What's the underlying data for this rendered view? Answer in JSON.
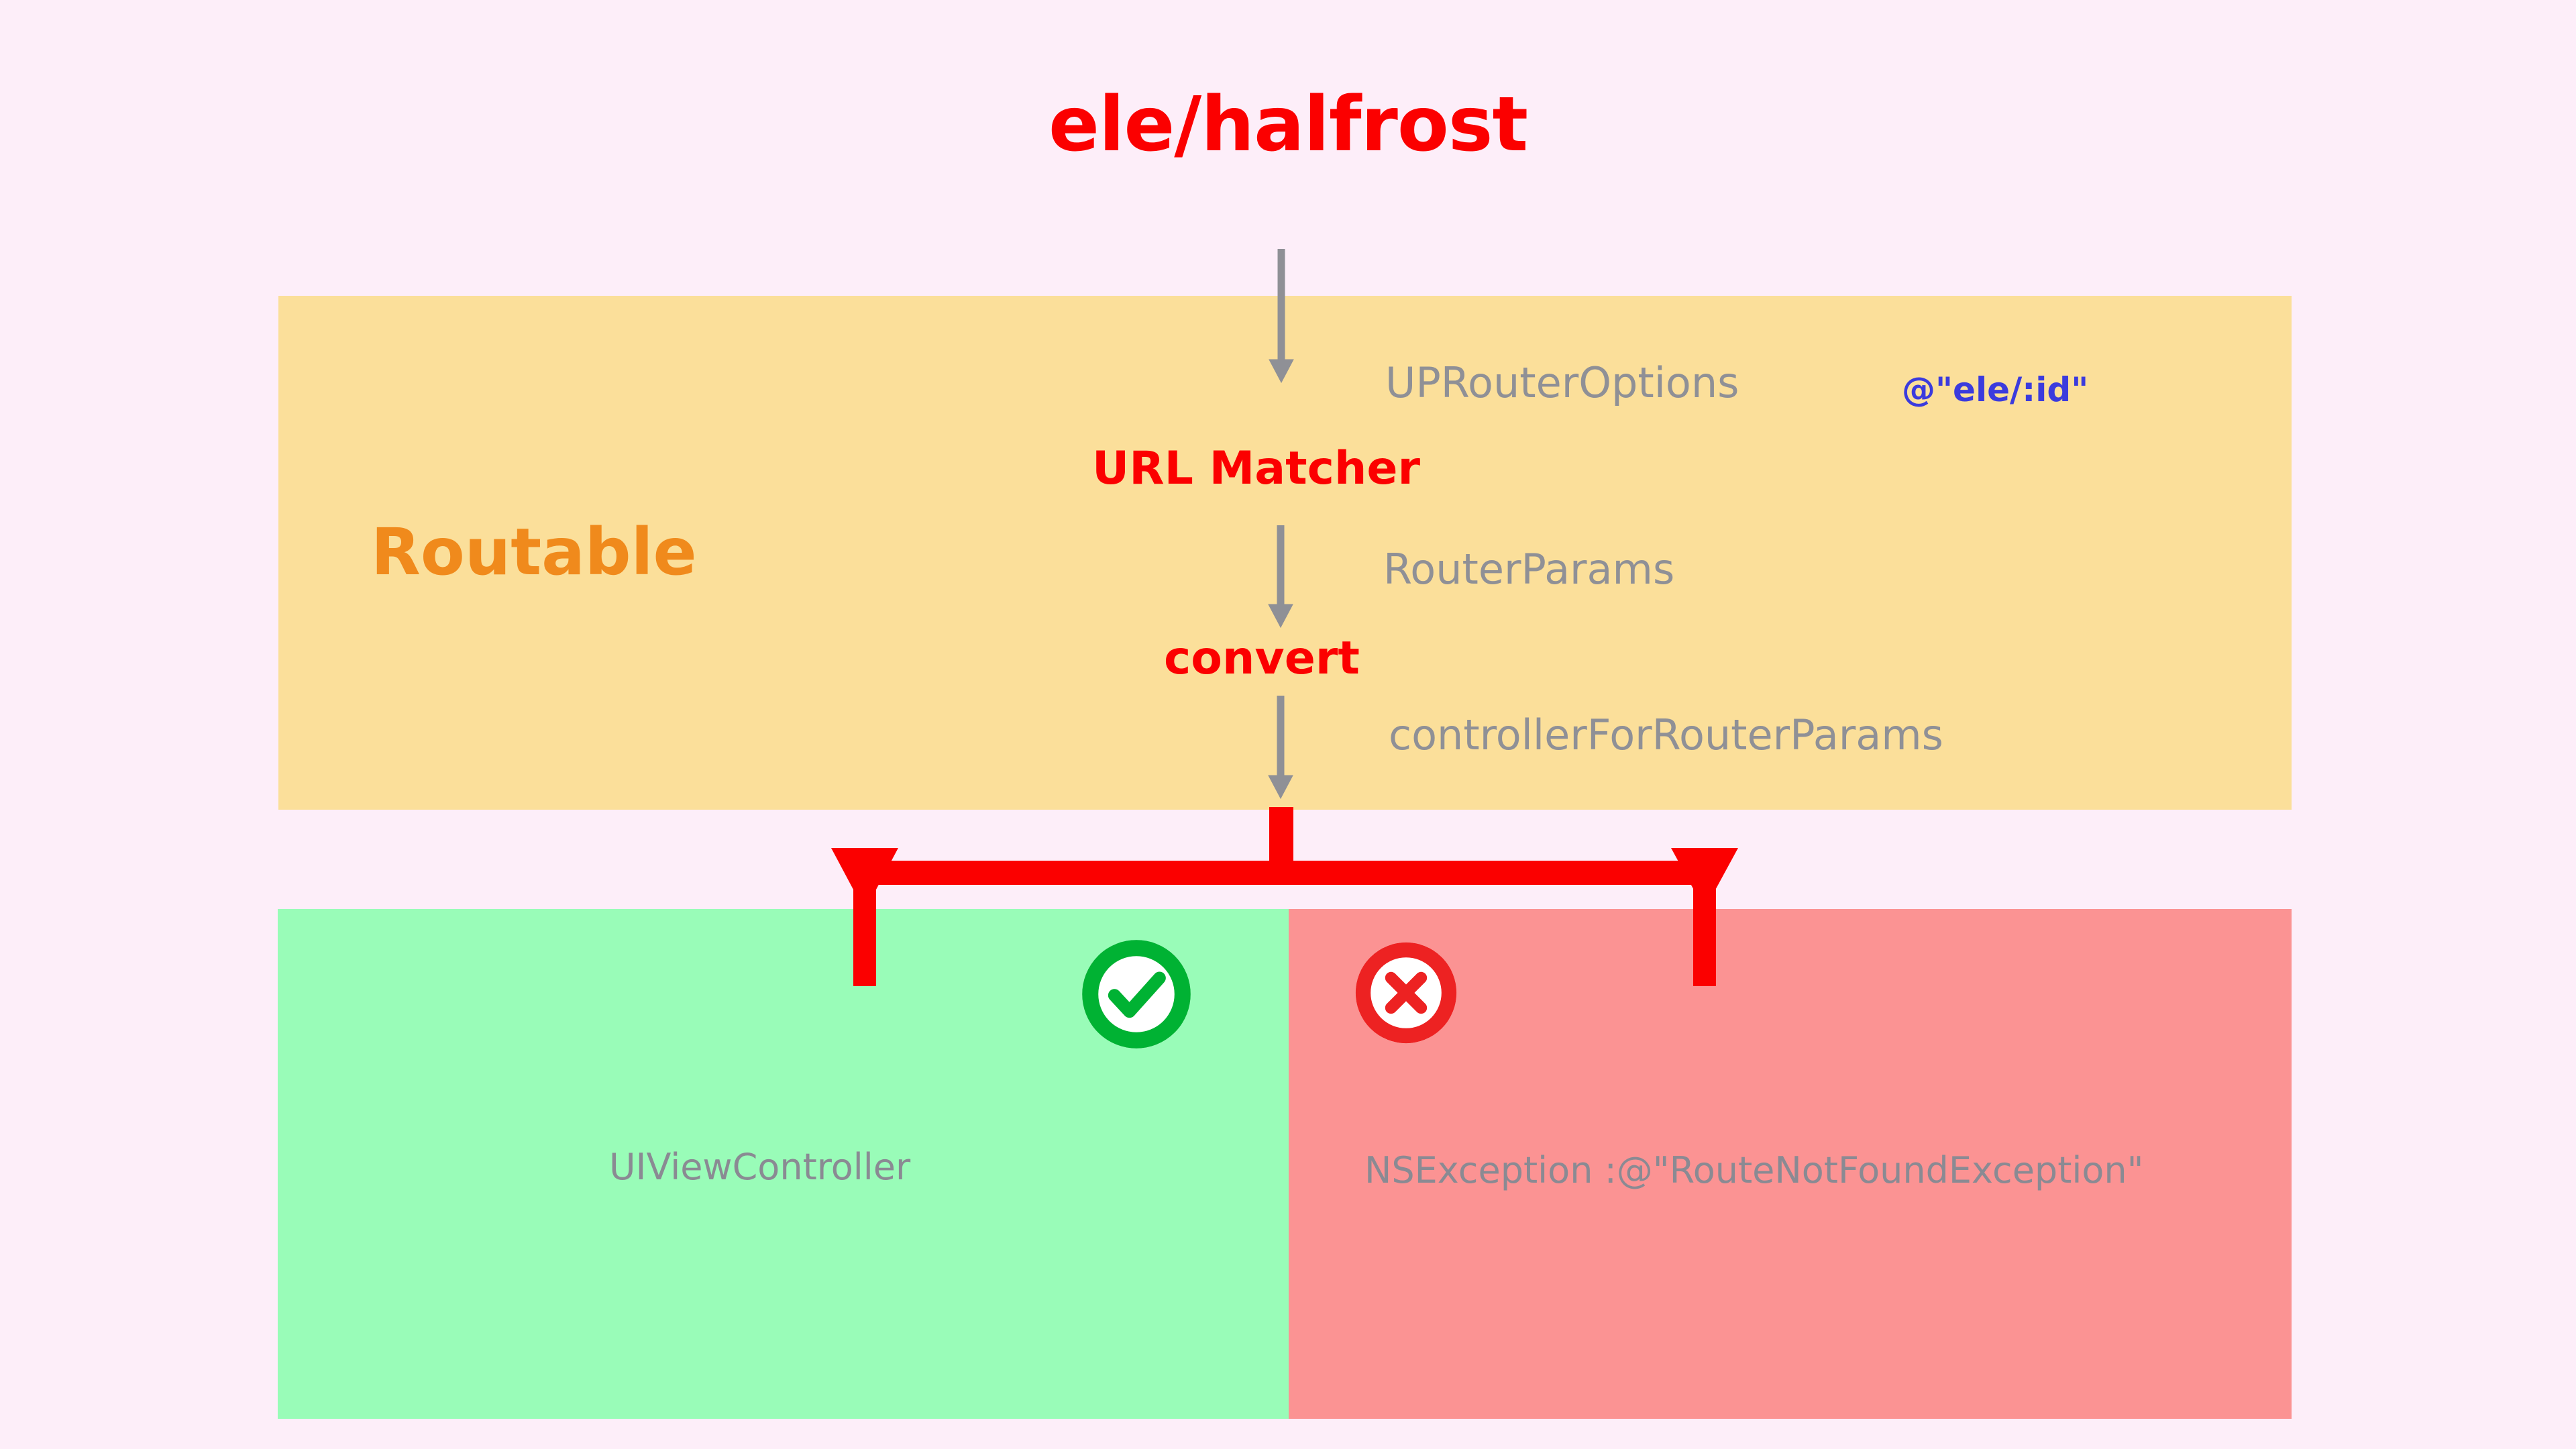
{
  "page": {
    "background_color": "#fdeef9",
    "title": "ele/halfrost",
    "title_color": "#fb0000"
  },
  "diagram": {
    "type": "flow-diagram",
    "routable_box": {
      "label": "Routable",
      "label_color": "#f08a1c",
      "background_color": "#fbdf9a",
      "steps": [
        {
          "input": "UPRouterOptions",
          "input_color": "#8f9096",
          "annotation": "@\"ele/:id\"",
          "annotation_color": "#3b3bdd",
          "action": "URL Matcher",
          "action_color": "#fb0000"
        },
        {
          "input": "RouterParams",
          "input_color": "#8f9096",
          "annotation": "",
          "action": "convert",
          "action_color": "#fb0000"
        },
        {
          "input": "controllerForRouterParams",
          "input_color": "#8f9096",
          "annotation": "",
          "action": "",
          "action_color": ""
        }
      ]
    },
    "outcomes": [
      {
        "status": "success",
        "icon": "check-circle-icon",
        "icon_color": "#00b233",
        "background_color": "#99fcb8",
        "label": "UIViewController",
        "label_color": "#8a8a93"
      },
      {
        "status": "failure",
        "icon": "x-circle-icon",
        "icon_color": "#ed2222",
        "background_color": "#fb9393",
        "label": "NSException :@\"RouteNotFoundException\"",
        "label_color": "#8a8a93"
      }
    ],
    "connectors": {
      "vertical_arrow_color": "#8f9096",
      "branch_arrow_color": "#fb0000"
    }
  }
}
